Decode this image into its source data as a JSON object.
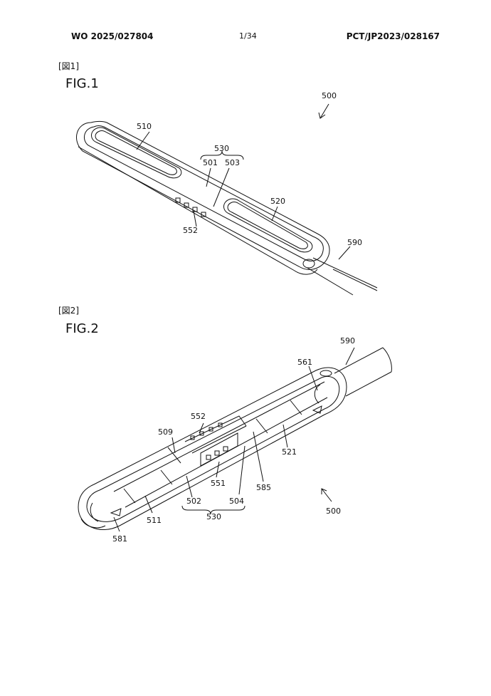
{
  "header": {
    "pub_number": "WO 2025/027804",
    "page": "1/34",
    "app_number": "PCT/JP2023/028167"
  },
  "figures": [
    {
      "tag": "[図1]",
      "label": "FIG.1",
      "refs": {
        "r500": "500",
        "r510": "510",
        "r530": "530",
        "r501": "501",
        "r503": "503",
        "r520": "520",
        "r552": "552",
        "r590": "590"
      }
    },
    {
      "tag": "[図2]",
      "label": "FIG.2",
      "refs": {
        "r590": "590",
        "r561": "561",
        "r552": "552",
        "r509": "509",
        "r521": "521",
        "r551": "551",
        "r585": "585",
        "r502": "502",
        "r504": "504",
        "r530": "530",
        "r500": "500",
        "r511": "511",
        "r581": "581"
      }
    }
  ]
}
